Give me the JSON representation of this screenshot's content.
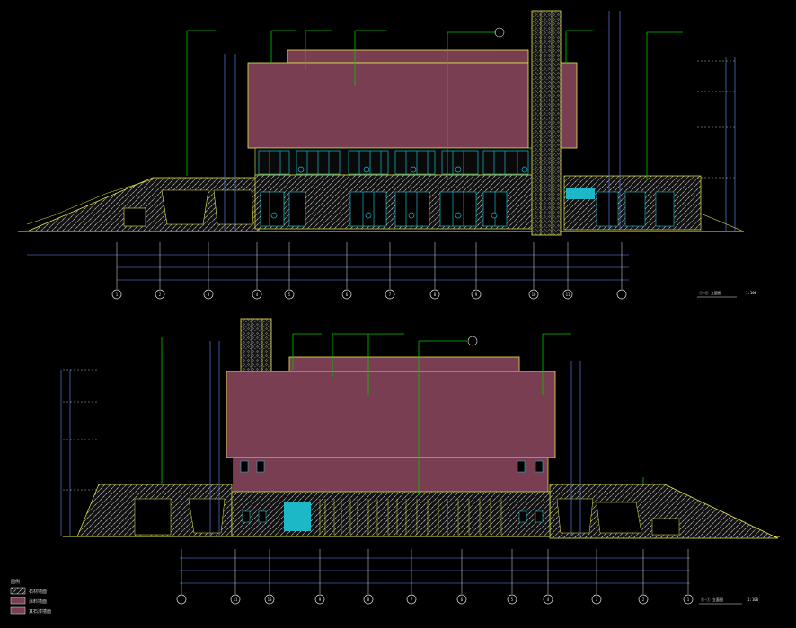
{
  "drawing": {
    "colors": {
      "background": "#000000",
      "wall_fill": "#7a3e52",
      "outline": "#e8e84a",
      "leader": "#00c800",
      "dimension": "#6a8cff",
      "glazing": "#1cb8c8",
      "masonry": "#9a9a9a",
      "text": "#e8e8e8"
    },
    "top_elevation": {
      "title": "①-⑪ 立面图",
      "scale": "1:100",
      "grid_labels": [
        "1",
        "2",
        "3",
        "4",
        "5",
        "6",
        "7",
        "8",
        "9",
        "10",
        "11"
      ]
    },
    "bottom_elevation": {
      "title": "⑪-① 立面图",
      "scale": "1:100",
      "grid_labels": [
        "11",
        "10",
        "9",
        "8",
        "7",
        "6",
        "5",
        "4",
        "3",
        "2",
        "1"
      ]
    },
    "legend": {
      "title": "图例",
      "items": [
        {
          "label": "石材墙面",
          "swatch": "masonry"
        },
        {
          "label": "涂料墙面",
          "swatch": "wall"
        },
        {
          "label": "真石漆墙面",
          "swatch": "wall"
        }
      ]
    }
  }
}
